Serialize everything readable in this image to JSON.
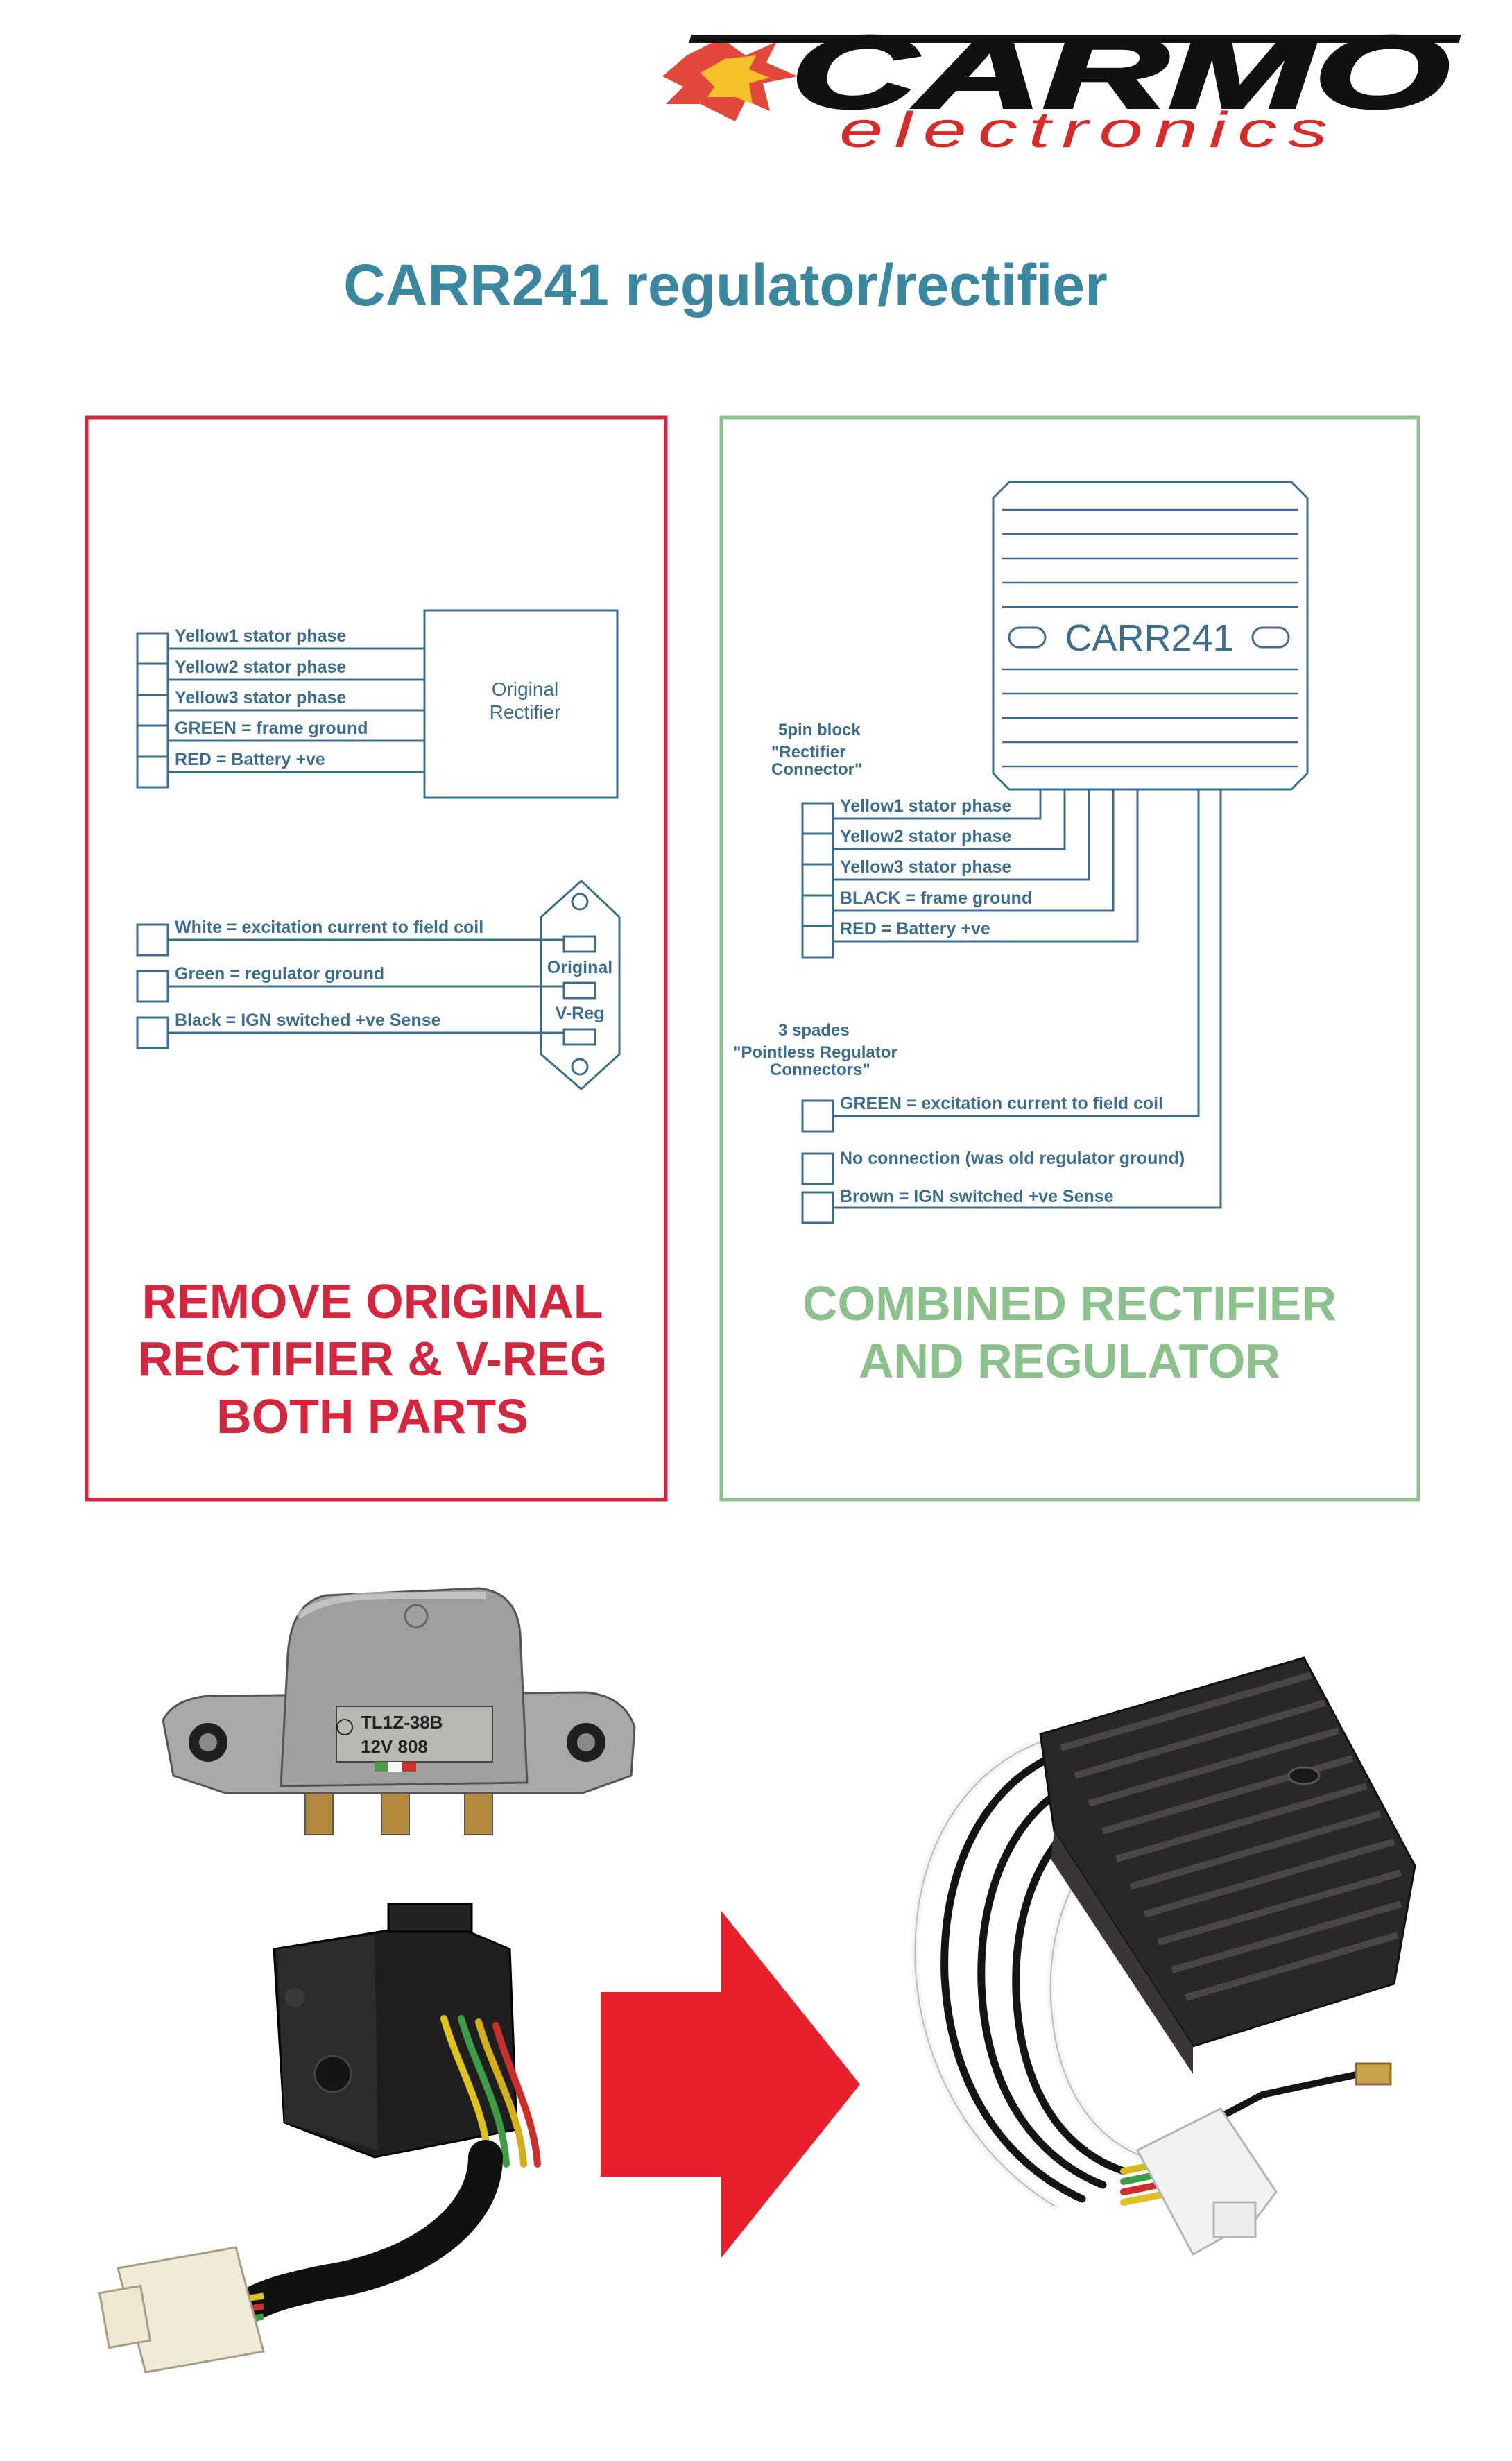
{
  "logo": {
    "brand": "CARMO",
    "sub": "electronics"
  },
  "title": "CARR241 regulator/rectifier",
  "left_panel": {
    "rectifier_wires": [
      "Yellow1 stator phase",
      "Yellow2 stator phase",
      "Yellow3 stator phase",
      "GREEN = frame ground",
      "RED = Battery +ve"
    ],
    "rectifier_box": [
      "Original",
      "Rectifier"
    ],
    "vreg_wires": [
      "White = excitation current to field coil",
      "Green = regulator ground",
      "Black = IGN switched +ve Sense"
    ],
    "vreg_box": [
      "Original",
      "V-Reg"
    ],
    "caption": [
      "REMOVE ORIGINAL",
      "RECTIFIER & V-REG",
      "BOTH PARTS"
    ]
  },
  "right_panel": {
    "unit_label": "CARR241",
    "block_label": [
      "5pin block",
      "\"Rectifier",
      "Connector\""
    ],
    "block_wires": [
      "Yellow1 stator phase",
      "Yellow2 stator phase",
      "Yellow3 stator phase",
      "BLACK = frame ground",
      "RED = Battery +ve"
    ],
    "spade_label": [
      "3 spades",
      "\"Pointless Regulator",
      "Connectors\""
    ],
    "spade_wires": [
      "GREEN = excitation current to field coil",
      "No connection (was old regulator ground)",
      "Brown = IGN switched +ve Sense"
    ],
    "caption": [
      "COMBINED RECTIFIER",
      "AND REGULATOR"
    ]
  },
  "photo_labels": {
    "vreg_line1": "TL1Z-38B",
    "vreg_line2": "12V 808"
  },
  "colors": {
    "title": "#3b87a0",
    "left_frame": "#d4263f",
    "right_frame": "#8cc08c",
    "diagram_ink": "#3c6e8c",
    "arrow": "#e8202c",
    "logo_red": "#d62b2b"
  }
}
